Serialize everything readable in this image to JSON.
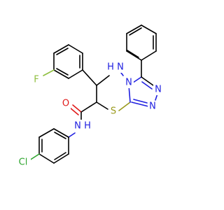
{
  "colors": {
    "background": "#ffffff",
    "carbon_bond": "#000000",
    "nitrogen": "#1f1fe0",
    "oxygen": "#e01b1b",
    "sulfur": "#9a9a1c",
    "fluorine": "#8fbf3f",
    "chlorine": "#2fa52f"
  },
  "atom_labels": {
    "fluorine": "F",
    "nh_ring": "H",
    "n_ring_h": "N",
    "n_bridge": "N",
    "n_triazole_upper": "N",
    "n_triazole_lower": "N",
    "sulfur": "S",
    "oxygen": "O",
    "n_amide": "N",
    "h_amide": "H",
    "chlorine": "Cl"
  }
}
